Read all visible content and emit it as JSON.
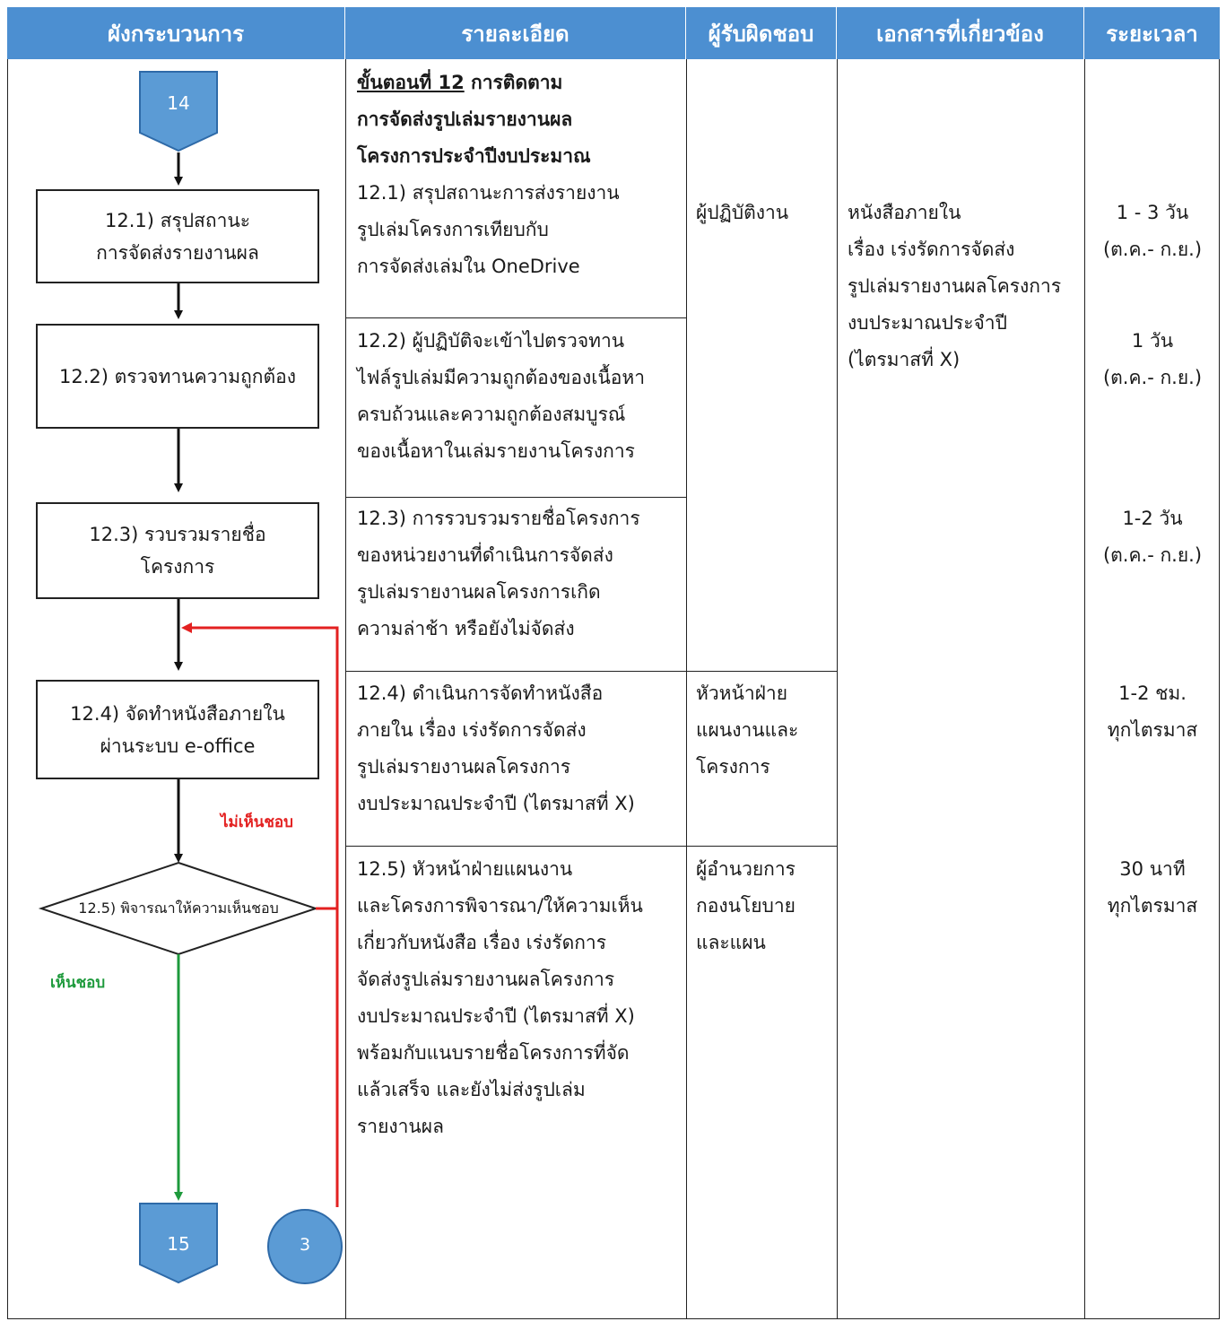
{
  "headers": {
    "process": "ผังกระบวนการ",
    "detail": "รายละเอียด",
    "responsible": "ผู้รับผิดชอบ",
    "documents": "เอกสารที่เกี่ยวข้อง",
    "duration": "ระยะเวลา"
  },
  "flow": {
    "start_connector": "14",
    "end_connector": "15",
    "circle_connector": "3",
    "box1": [
      "12.1) สรุปสถานะ",
      "การจัดส่งรายงานผล"
    ],
    "box2": "12.2) ตรวจทานความถูกต้อง",
    "box3": [
      "12.3) รวบรวมรายชื่อ",
      "โครงการ"
    ],
    "box4": [
      "12.4) จัดทำหนังสือภายใน",
      "ผ่านระบบ e-office"
    ],
    "decision": "12.5) พิจารณาให้ความเห็นชอบ",
    "not_approved": "ไม่เห็นชอบ",
    "approved": "เห็นชอบ"
  },
  "detail": {
    "step_title_underlined": "ขั้นตอนที่ 12",
    "step_title_rest": " การติดตาม",
    "step_title_line2": "การจัดส่งรูปเล่มรายงานผล",
    "step_title_line3": "โครงการประจำปีงบประมาณ",
    "s1": [
      "12.1) สรุปสถานะการส่งรายงาน",
      "รูปเล่มโครงการเทียบกับ",
      "การจัดส่งเล่มใน OneDrive"
    ],
    "s2": [
      "12.2) ผู้ปฏิบัติจะเข้าไปตรวจทาน",
      "ไฟล์รูปเล่มมีความถูกต้องของเนื้อหา",
      "ครบถ้วนและความถูกต้องสมบูรณ์",
      "ของเนื้อหาในเล่มรายงานโครงการ"
    ],
    "s3": [
      "12.3) การรวบรวมรายชื่อโครงการ",
      "ของหน่วยงานที่ดำเนินการจัดส่ง",
      "รูปเล่มรายงานผลโครงการเกิด",
      "ความล่าช้า หรือยังไม่จัดส่ง"
    ],
    "s4": [
      "12.4) ดำเนินการจัดทำหนังสือ",
      "ภายใน เรื่อง เร่งรัดการจัดส่ง",
      "รูปเล่มรายงานผลโครงการ",
      "งบประมาณประจำปี (ไตรมาสที่ X)"
    ],
    "s5": [
      "12.5) หัวหน้าฝ่ายแผนงาน",
      "และโครงการพิจารณา/ให้ความเห็น",
      "เกี่ยวกับหนังสือ เรื่อง เร่งรัดการ",
      "จัดส่งรูปเล่มรายงานผลโครงการ",
      "งบประมาณประจำปี (ไตรมาสที่ X)",
      "พร้อมกับแนบรายชื่อโครงการที่จัด",
      "แล้วเสร็จ และยังไม่ส่งรูปเล่ม",
      "รายงานผล"
    ]
  },
  "responsible": {
    "r1": "ผู้ปฏิบัติงาน",
    "r2": [
      "หัวหน้าฝ่าย",
      "แผนงานและ",
      "โครงการ"
    ],
    "r3": [
      "ผู้อำนวยการ",
      "กองนโยบาย",
      "และแผน"
    ]
  },
  "documents": [
    "หนังสือภายใน",
    "เรื่อง เร่งรัดการจัดส่ง",
    "รูปเล่มรายงานผลโครงการ",
    "งบประมาณประจำปี",
    "(ไตรมาสที่ X)"
  ],
  "duration": {
    "d1": [
      "1 - 3 วัน",
      "(ต.ค.- ก.ย.)"
    ],
    "d2": [
      "1 วัน",
      "(ต.ค.- ก.ย.)"
    ],
    "d3": [
      "1-2 วัน",
      "(ต.ค.- ก.ย.)"
    ],
    "d4": [
      "1-2 ชม.",
      "ทุกไตรมาส"
    ],
    "d5": [
      "30 นาที",
      "ทุกไตรมาส"
    ]
  },
  "colors": {
    "header": "#4c8fd1",
    "connector_fill": "#5b9bd5",
    "connector_stroke": "#2e6aa8",
    "reject": "#e32020",
    "approve": "#1e9a3c"
  }
}
